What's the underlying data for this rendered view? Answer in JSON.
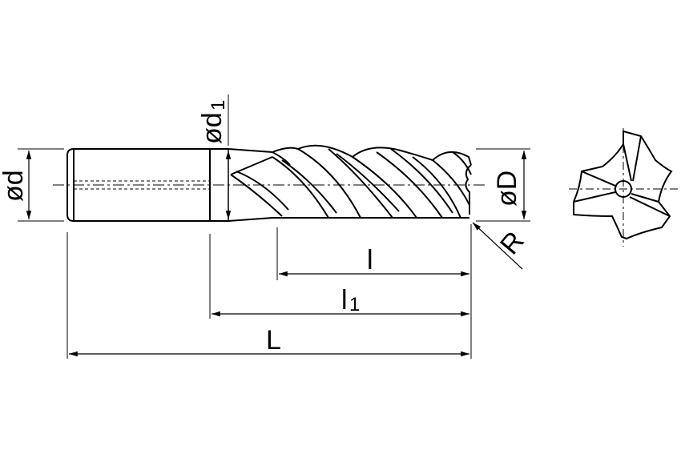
{
  "diagram": {
    "labels": {
      "shank_diameter": "ød",
      "neck_diameter_main": "ød",
      "neck_diameter_sub": "1",
      "cutting_diameter": "øD",
      "corner_radius": "R",
      "flute_length": "l",
      "length_under_head_main": "l",
      "length_under_head_sub": "1",
      "overall_length": "L"
    }
  }
}
